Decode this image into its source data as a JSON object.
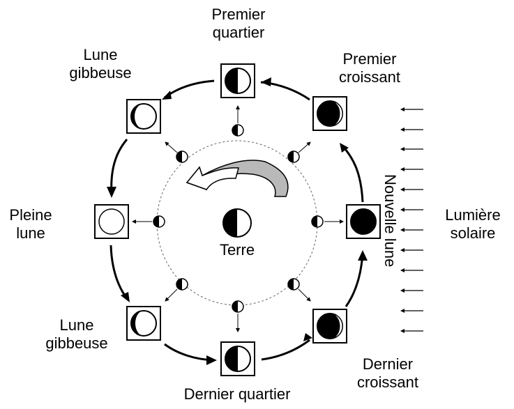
{
  "labels": {
    "premier_quartier": [
      "Premier",
      "quartier"
    ],
    "premier_croissant": [
      "Premier",
      "croissant"
    ],
    "lune_gibbeuse_top": [
      "Lune",
      "gibbeuse"
    ],
    "pleine_lune": [
      "Pleine",
      "lune"
    ],
    "lune_gibbeuse_bottom": [
      "Lune",
      "gibbeuse"
    ],
    "dernier_quartier": "Dernier quartier",
    "dernier_croissant": [
      "Dernier",
      "croissant"
    ],
    "nouvelle_lune": "Nouvelle lune",
    "lumiere_solaire": [
      "Lumière",
      "solaire"
    ],
    "terre": "Terre"
  }
}
